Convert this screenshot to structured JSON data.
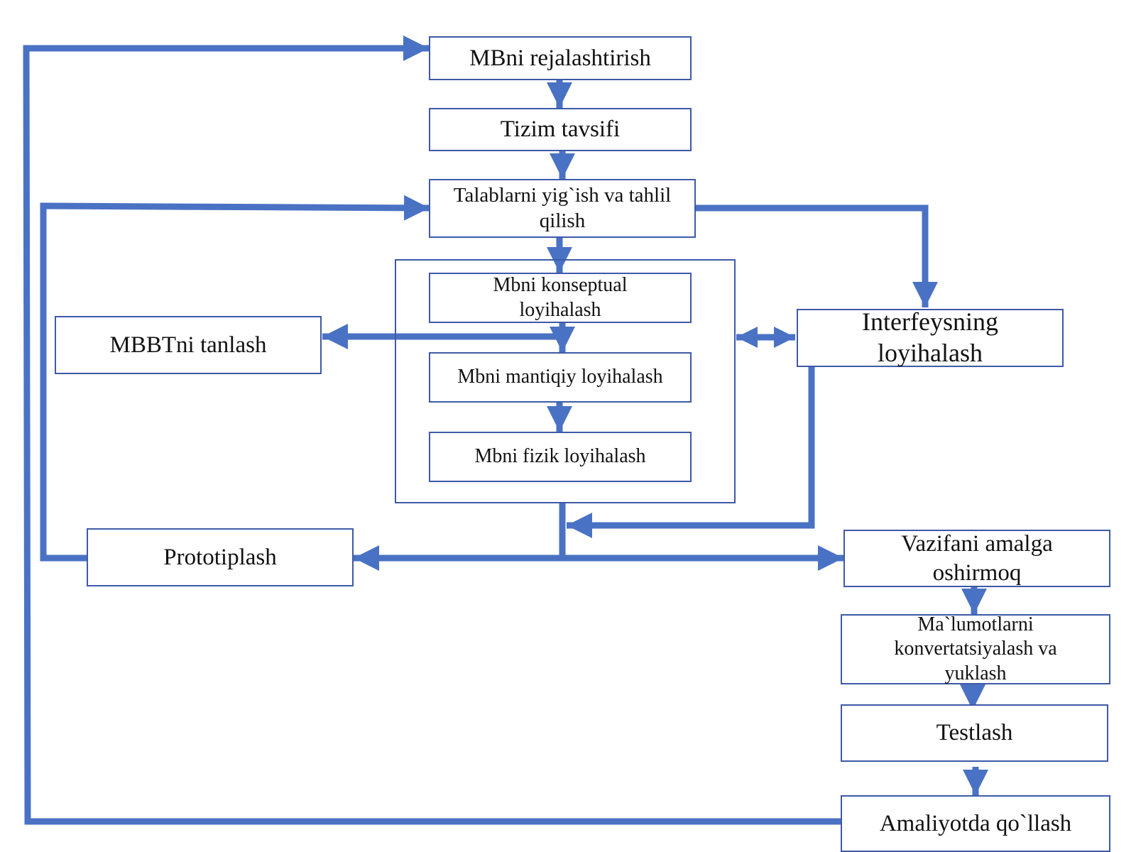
{
  "diagram": {
    "nodes": {
      "planning": "MBni rejalashtirish",
      "system_description": "Tizim tavsifi",
      "requirements": "Talablarni yig`ish va tahlil qilish",
      "conceptual_design": "Mbni konseptual loyihalash",
      "logical_design": "Mbni mantiqiy loyihalash",
      "physical_design": "Mbni fizik loyihalash",
      "dbms_selection": "MBBTni tanlash",
      "interface_design": "Interfeysning loyihalash",
      "prototyping": "Prototiplash",
      "implementation": "Vazifani amalga oshirmoq",
      "data_conversion": "Ma`lumotlarni konvertatsiyalash va yuklash",
      "testing": "Testlash",
      "operation": "Amaliyotda qo`llash"
    },
    "colors": {
      "arrow": "#4a72c4",
      "border": "#3e5aa8",
      "text": "#111111",
      "background": "#ffffff"
    }
  }
}
